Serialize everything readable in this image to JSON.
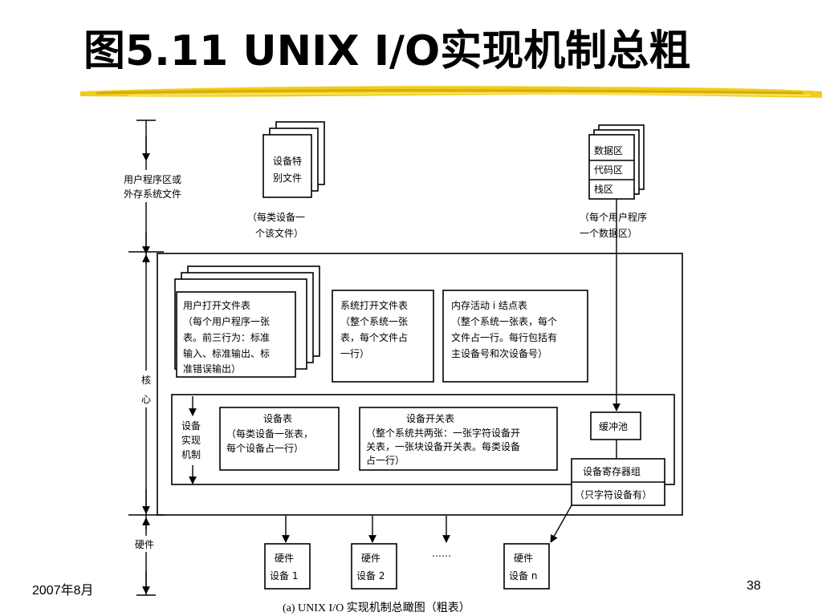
{
  "slide": {
    "title": "图5.11 UNIX I/O实现机制总粗",
    "footer_date": "2007年8月",
    "page_number": "38"
  },
  "diagram": {
    "left_labels": {
      "user_area": [
        "用户程序区或",
        "外存系统文件"
      ],
      "kernel": [
        "核",
        "心"
      ],
      "hardware": "硬件"
    },
    "device_special_file": {
      "label": [
        "设备特",
        "别文件"
      ],
      "note": [
        "（每类设备一",
        "个该文件）"
      ]
    },
    "user_data": {
      "items": [
        "数据区",
        "代码区",
        "栈区"
      ],
      "note": [
        "（每个用户程序",
        "一个数据区）"
      ]
    },
    "tables": {
      "user_open_file": [
        "用户打开文件表",
        "（每个用户程序一张",
        "表。前三行为：标准",
        "输入、标准输出、标",
        "准错误输出）"
      ],
      "system_open_file": [
        "系统打开文件表",
        "（整个系统一张",
        "表，每个文件占",
        "一行）"
      ],
      "inode": [
        "内存活动 i 结点表",
        "（整个系统一张表，每个",
        "文件占一行。每行包括有",
        "主设备号和次设备号）"
      ]
    },
    "device_impl": {
      "label": [
        "设备",
        "实现",
        "机制"
      ],
      "device_table": [
        "设备表",
        "（每类设备一张表，",
        "每个设备占一行）"
      ],
      "switch_table": [
        "设备开关表",
        "（整个系统共两张：一张字符设备开",
        "关表，一张块设备开关表。每类设备",
        "占一行）"
      ],
      "buffer_pool": "缓冲池",
      "register_group": [
        "设备寄存器组",
        "（只字符设备有）"
      ]
    },
    "hardware_devices": [
      "硬件|设备 1",
      "硬件|设备 2",
      "硬件|设备 n"
    ],
    "ellipsis": "……",
    "caption": "(a)  UNIX I/O 实现机制总瞰图（粗表）"
  }
}
